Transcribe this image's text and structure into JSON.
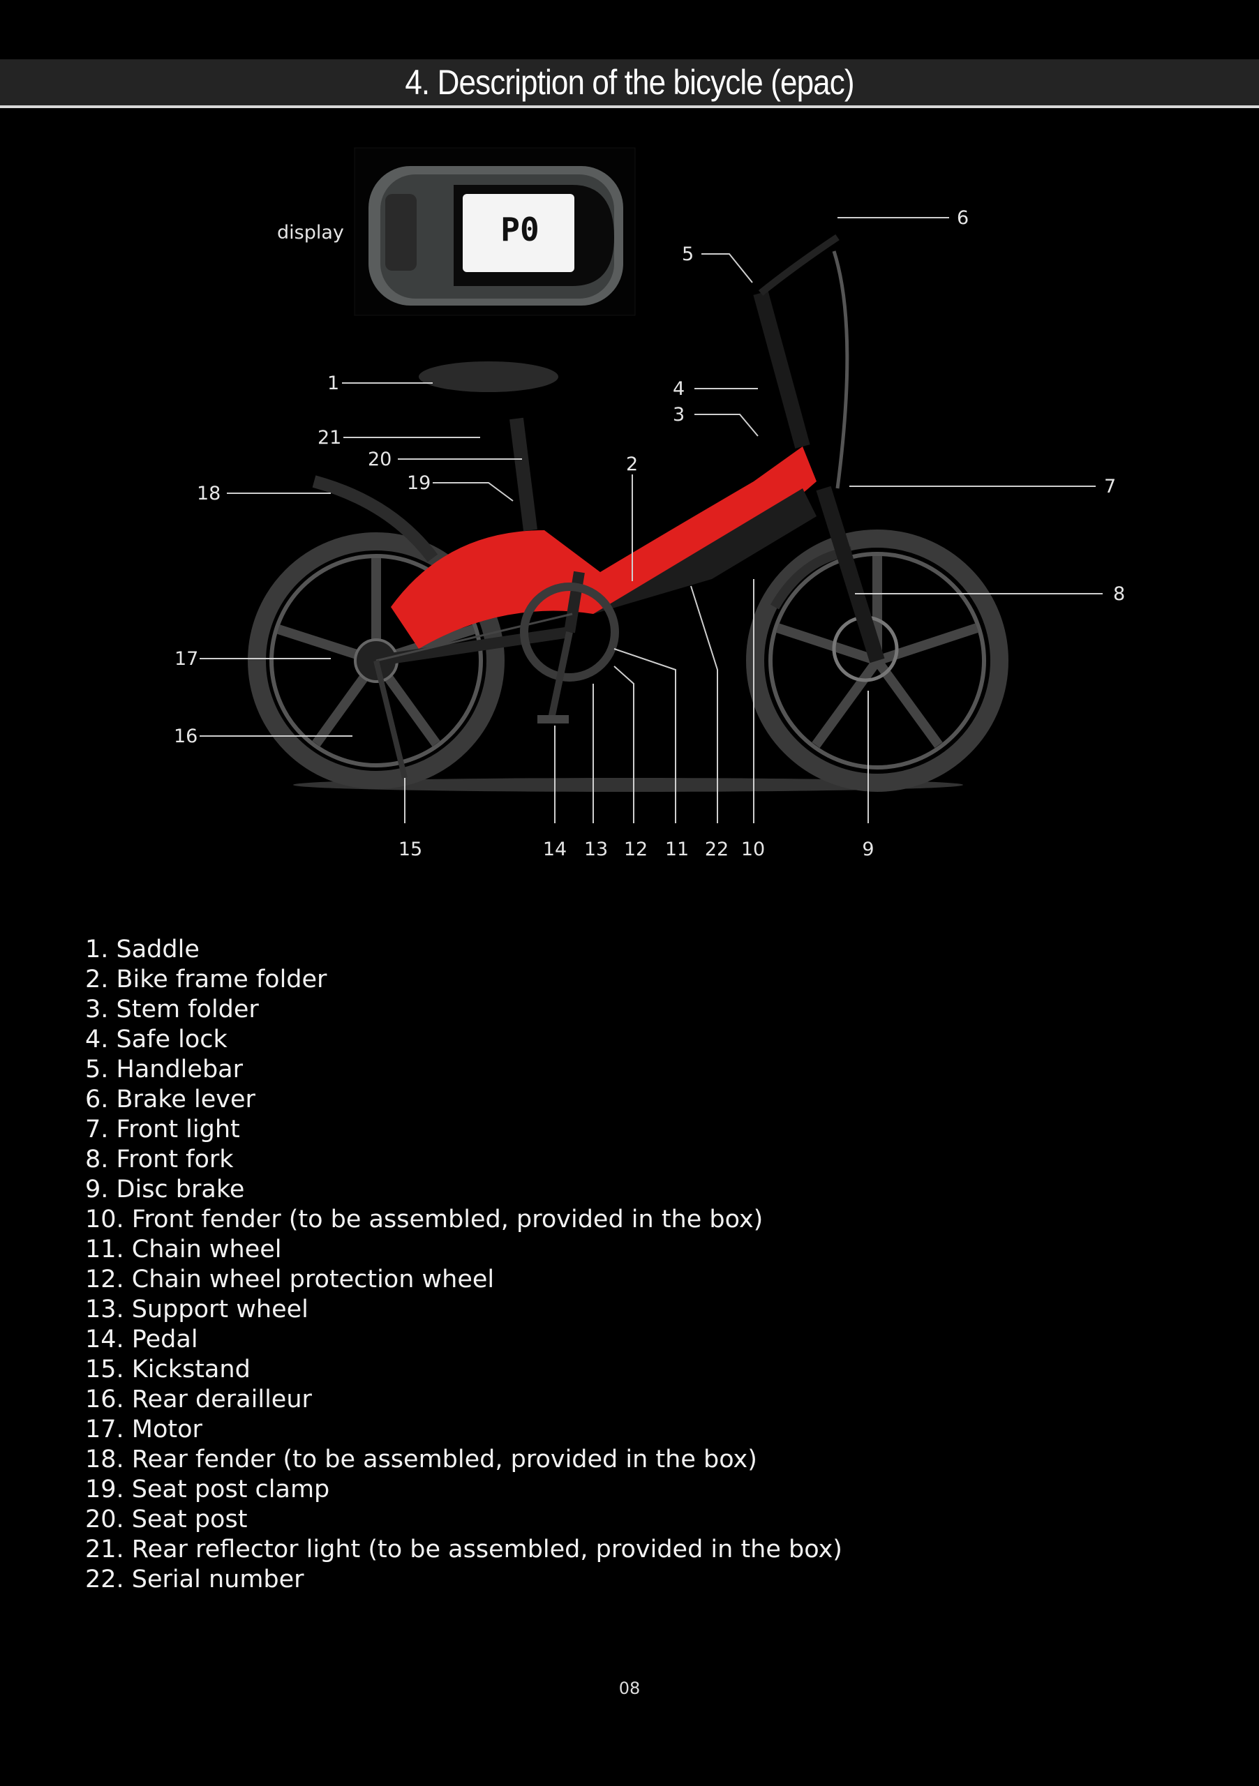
{
  "header": {
    "title": "4. Description of the bicycle (epac)"
  },
  "display": {
    "label": "display",
    "screen_text": "P0"
  },
  "callouts": {
    "c1": "1",
    "c2": "2",
    "c3": "3",
    "c4": "4",
    "c5": "5",
    "c6": "6",
    "c7": "7",
    "c8": "8",
    "c9": "9",
    "c10": "10",
    "c11": "11",
    "c12": "12",
    "c13": "13",
    "c14": "14",
    "c15": "15",
    "c16": "16",
    "c17": "17",
    "c18": "18",
    "c19": "19",
    "c20": "20",
    "c21": "21",
    "c22": "22"
  },
  "parts": [
    "1. Saddle",
    "2. Bike frame folder",
    "3. Stem folder",
    "4. Safe lock",
    "5. Handlebar",
    "6. Brake lever",
    "7. Front light",
    "8. Front fork",
    "9. Disc brake",
    "10. Front fender (to be assembled, provided in the box)",
    "11. Chain wheel",
    "12. Chain wheel protection wheel",
    "13. Support wheel",
    "14. Pedal",
    "15. Kickstand",
    "16. Rear derailleur",
    "17. Motor",
    "18. Rear fender (to be assembled, provided in the box)",
    "19. Seat post clamp",
    "20. Seat post",
    "21. Rear reflector light (to be assembled, provided in the box)",
    "22. Serial number"
  ],
  "footer": {
    "page_number": "08"
  },
  "colors": {
    "frame_red": "#e0201e",
    "header_bg": "#242424"
  }
}
